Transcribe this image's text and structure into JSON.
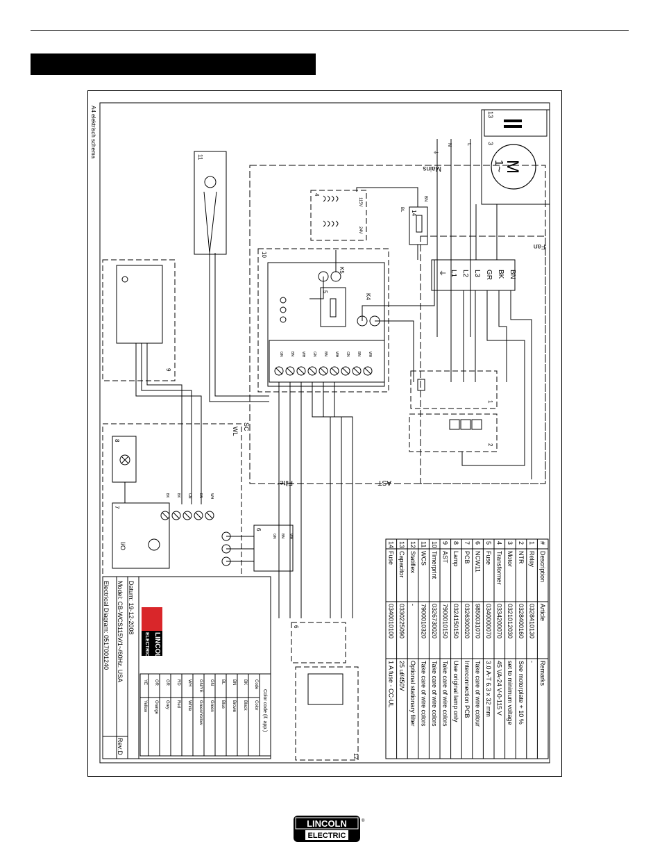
{
  "sheet_label": "A4 elektrisch schema",
  "zones": {
    "mains": "Mains",
    "fan": "Fan",
    "filter": "Filter",
    "ast": "AST",
    "sc": "SC",
    "wl": "WL",
    "io": "I/O"
  },
  "motor": {
    "letter": "M",
    "phase": "1~"
  },
  "mains_terminals": [
    "BN",
    "BK",
    "GR",
    "L3",
    "L2",
    "L1",
    "⏚"
  ],
  "mains_inputs": [
    "L",
    "N",
    "⏚"
  ],
  "transformer": {
    "primary": "115V",
    "secondary": "24V"
  },
  "relay_labels": {
    "k4": "K4",
    "k5": "K5"
  },
  "pcb_terminals": [
    "GN",
    "BN",
    "WH",
    "GN",
    "BN",
    "WH",
    "GN",
    "BN",
    "WH"
  ],
  "io_terminals": [
    "BK",
    "BK",
    "GN",
    "BN",
    "WH"
  ],
  "sensor_terminals": [
    "GN",
    "BN",
    "WH"
  ],
  "wire_labels": [
    "BN",
    "BL",
    "BL",
    "BN",
    "GR",
    "BK",
    "BN",
    "GR",
    "YE",
    "BN"
  ],
  "component_numbers": [
    "1",
    "2",
    "3",
    "4",
    "5",
    "6",
    "7",
    "8",
    "9",
    "10",
    "11",
    "12",
    "13"
  ],
  "parts_table": {
    "headers": [
      "#",
      "Description",
      "Article",
      "Remarks"
    ],
    "rows": [
      [
        "1",
        "Relay",
        "0328410130",
        "-"
      ],
      [
        "2",
        "NTR",
        "0328400160",
        "See motorplate + 10 %"
      ],
      [
        "3",
        "Motor",
        "0321012030",
        "set to minimum voltage"
      ],
      [
        "4",
        "Transformer",
        "0334200070",
        "45 VA-24 V-0-115 V"
      ],
      [
        "5",
        "Fuse",
        "0340000070",
        "3.0 A-T  6.3 x 32 mm"
      ],
      [
        "6",
        "NCW11",
        "9850031070",
        "Take care of wire colour"
      ],
      [
        "7",
        "PCB",
        "0326300020",
        "Interconnection PCB"
      ],
      [
        "8",
        "Lamp",
        "0324150150",
        "Use original lamp only"
      ],
      [
        "9",
        "AST",
        "7900010150",
        "Take care of wire colors"
      ],
      [
        "10",
        "Timerprint",
        "0326730020",
        "Take care of wire colors"
      ],
      [
        "11",
        "WCS",
        "7900010320",
        "Take care of wire colors"
      ],
      [
        "12",
        "Statiflex",
        "-",
        "Optional stationary filter"
      ],
      [
        "13",
        "Capacitor",
        "0330225090",
        "25 uf/450V"
      ],
      [
        "14",
        "Fuse",
        "0340010100",
        "1 A fuse - CC-UL"
      ]
    ]
  },
  "title_block": {
    "logo_top": "LINCOLN",
    "logo_bottom": "ELECTRIC",
    "date": "Datum: 19-12-2008",
    "model": "Model: CB-WCS115V/1~/60Hz. USA",
    "rev": "Rev:D",
    "diagram": "Electrical Diagram: 0517001240"
  },
  "color_code": {
    "title": "Color code (if. app.)",
    "headers": [
      "Code",
      "Color"
    ],
    "rows": [
      [
        "BK",
        "Black"
      ],
      [
        "BN",
        "Brown"
      ],
      [
        "BL",
        "Blue"
      ],
      [
        "GN",
        "Green"
      ],
      [
        "GN/YE",
        "Green/Yellow"
      ],
      [
        "WH",
        "White"
      ],
      [
        "RD",
        "Red"
      ],
      [
        "GR",
        "Grey"
      ],
      [
        "OR",
        "Orange"
      ],
      [
        "YE",
        "Yellow"
      ]
    ]
  },
  "footer_logo": {
    "top": "LINCOLN",
    "bottom": "ELECTRIC"
  },
  "colors": {
    "ink": "#000000",
    "logo_red": "#d9262a",
    "paper": "#ffffff"
  }
}
